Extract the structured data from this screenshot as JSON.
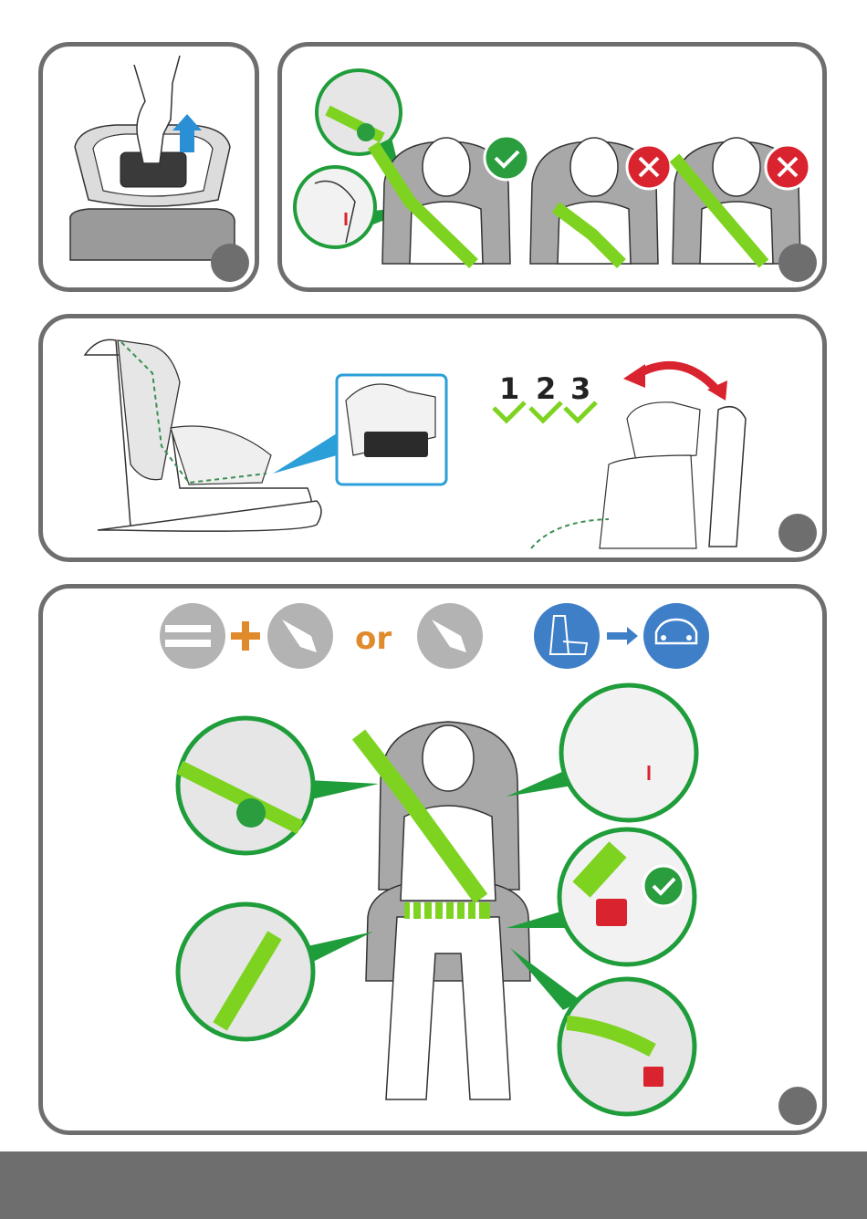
{
  "panel3": {
    "steps": [
      {
        "label": "1"
      },
      {
        "label": "2"
      },
      {
        "label": "3"
      }
    ]
  },
  "panel4": {
    "or_label": "or"
  },
  "colors": {
    "frame": "#6e6e6e",
    "belt_green": "#7ed321",
    "callout_green": "#1f9d3a",
    "ok_green": "#2a9d3f",
    "error_red": "#d9232e",
    "arrow_blue": "#2b8fd6",
    "icon_blue": "#3f7fc8",
    "or_orange": "#e08a2c",
    "seat_grey": "#a8a8a8"
  }
}
